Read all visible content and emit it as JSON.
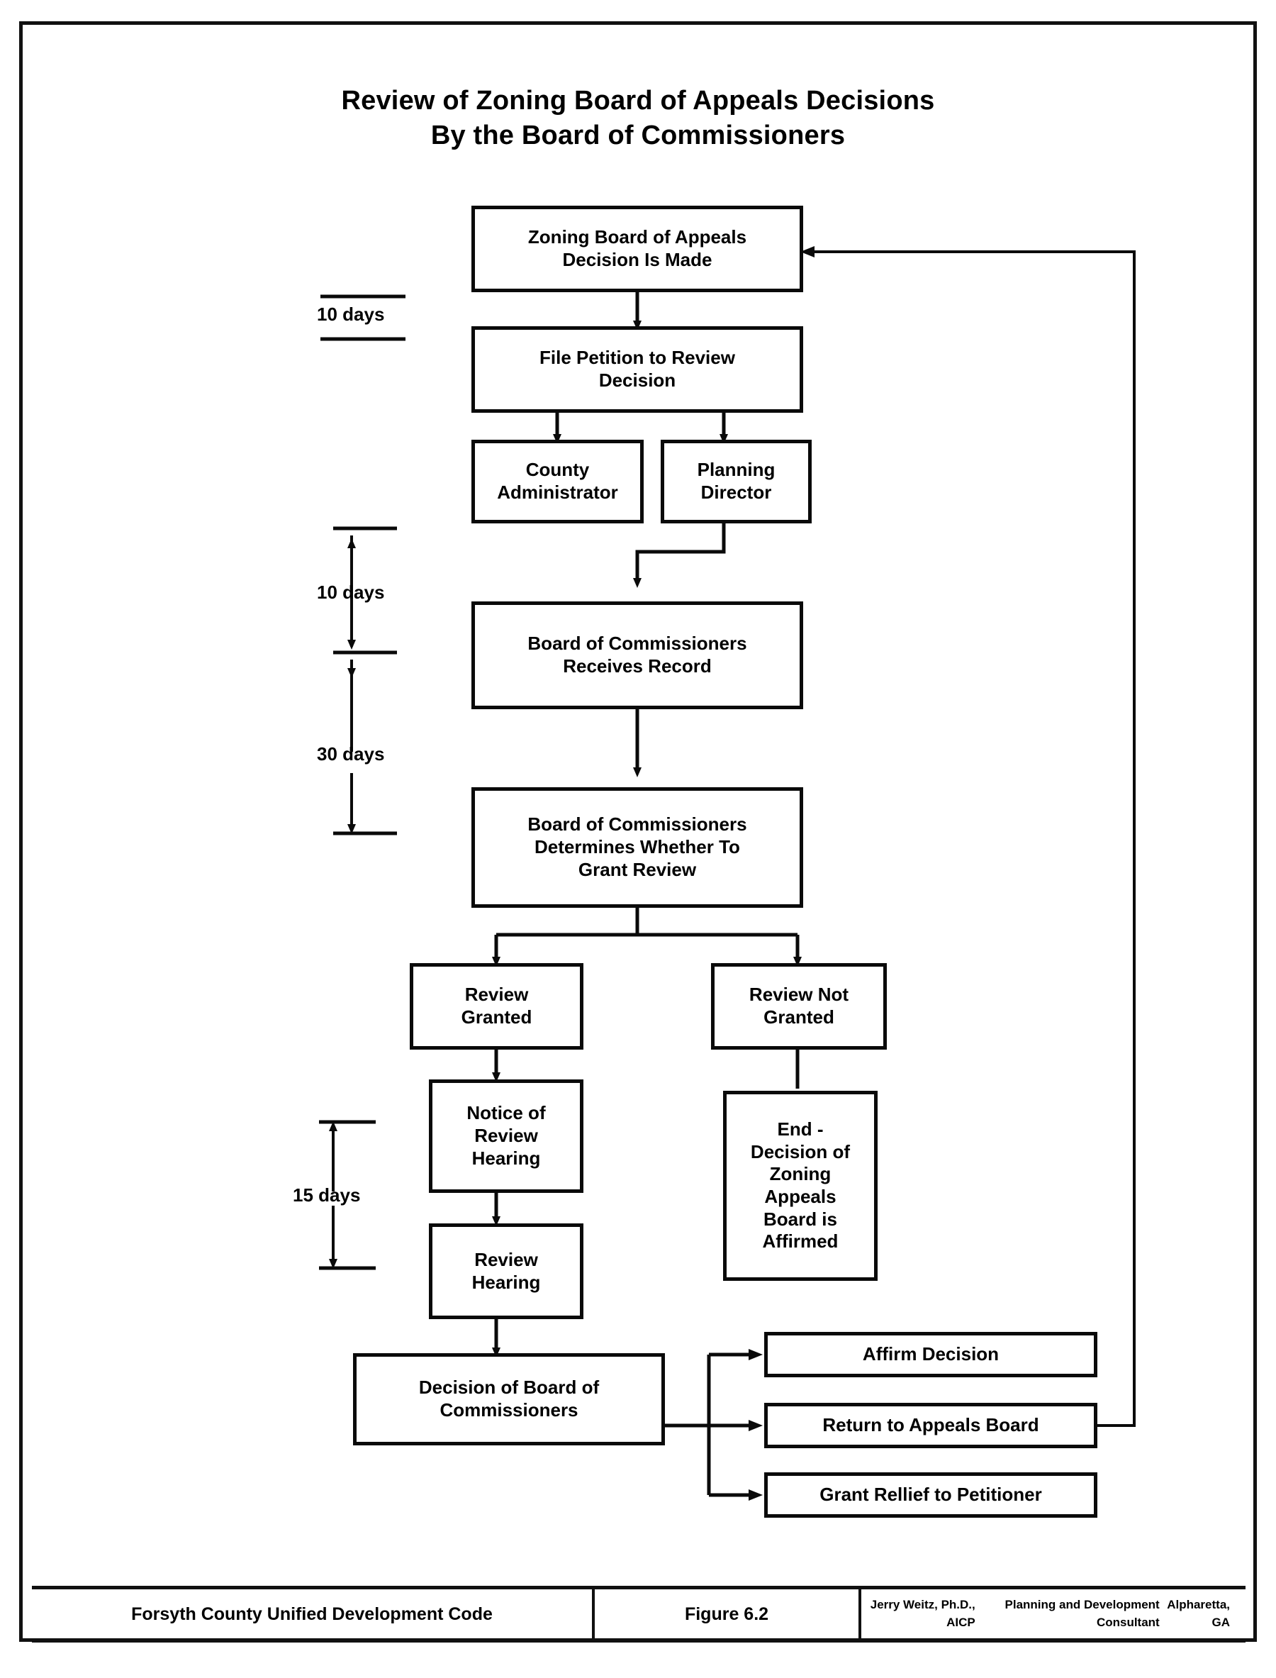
{
  "document": {
    "title_line1": "Review of Zoning Board of Appeals Decisions",
    "title_line2": "By the Board of Commissioners"
  },
  "chart_data": {
    "type": "diagram",
    "title": "Review of Zoning Board of Appeals Decisions By the Board of Commissioners",
    "nodes": [
      {
        "id": "zba_decision",
        "label": "Zoning Board of Appeals\nDecision Is Made"
      },
      {
        "id": "file_petition",
        "label": "File Petition to Review\nDecision"
      },
      {
        "id": "county_admin",
        "label": "County\nAdministrator"
      },
      {
        "id": "planning_director",
        "label": "Planning\nDirector"
      },
      {
        "id": "boc_record",
        "label": "Board of Commissioners\nReceives Record"
      },
      {
        "id": "boc_determines",
        "label": "Board of Commissioners\nDetermines Whether To\nGrant Review"
      },
      {
        "id": "review_granted",
        "label": "Review\nGranted"
      },
      {
        "id": "review_not_granted",
        "label": "Review Not\nGranted"
      },
      {
        "id": "notice_hearing",
        "label": "Notice of\nReview\nHearing"
      },
      {
        "id": "end_affirmed",
        "label": "End -\nDecision of\nZoning\nAppeals\nBoard is\nAffirmed"
      },
      {
        "id": "review_hearing",
        "label": "Review\nHearing"
      },
      {
        "id": "boc_decision",
        "label": "Decision of Board of\nCommissioners"
      },
      {
        "id": "affirm_decision",
        "label": "Affirm Decision"
      },
      {
        "id": "return_appeals",
        "label": "Return to Appeals Board"
      },
      {
        "id": "grant_relief",
        "label": "Grant Rellief to Petitioner"
      }
    ],
    "edges": [
      {
        "from": "zba_decision",
        "to": "file_petition"
      },
      {
        "from": "file_petition",
        "to": "county_admin"
      },
      {
        "from": "file_petition",
        "to": "planning_director"
      },
      {
        "from": "planning_director",
        "to": "boc_record"
      },
      {
        "from": "boc_record",
        "to": "boc_determines"
      },
      {
        "from": "boc_determines",
        "to": "review_granted"
      },
      {
        "from": "boc_determines",
        "to": "review_not_granted"
      },
      {
        "from": "review_granted",
        "to": "notice_hearing"
      },
      {
        "from": "review_not_granted",
        "to": "end_affirmed",
        "arrow": false
      },
      {
        "from": "notice_hearing",
        "to": "review_hearing"
      },
      {
        "from": "review_hearing",
        "to": "boc_decision"
      },
      {
        "from": "boc_decision",
        "to": "affirm_decision"
      },
      {
        "from": "boc_decision",
        "to": "return_appeals"
      },
      {
        "from": "boc_decision",
        "to": "grant_relief"
      },
      {
        "from": "return_appeals",
        "to": "zba_decision",
        "note": "loop back"
      }
    ],
    "timing_annotations": [
      {
        "id": "t1",
        "label": "10 days",
        "between": [
          "zba_decision",
          "file_petition"
        ]
      },
      {
        "id": "t2",
        "label": "10 days",
        "between": [
          "county_admin",
          "boc_record"
        ]
      },
      {
        "id": "t3",
        "label": "30 days",
        "between": [
          "boc_record",
          "boc_determines"
        ]
      },
      {
        "id": "t4",
        "label": "15 days",
        "between": [
          "notice_hearing",
          "review_hearing"
        ]
      }
    ]
  },
  "boxes": {
    "zba_decision": "Zoning Board of Appeals Decision Is Made",
    "zba_decision_l1": "Zoning Board of Appeals",
    "zba_decision_l2": "Decision Is Made",
    "file_petition_l1": "File Petition to Review",
    "file_petition_l2": "Decision",
    "county_admin_l1": "County",
    "county_admin_l2": "Administrator",
    "planning_director_l1": "Planning",
    "planning_director_l2": "Director",
    "boc_record_l1": "Board of Commissioners",
    "boc_record_l2": "Receives Record",
    "boc_determines_l1": "Board of Commissioners",
    "boc_determines_l2": "Determines Whether To",
    "boc_determines_l3": "Grant Review",
    "review_granted_l1": "Review",
    "review_granted_l2": "Granted",
    "review_not_granted_l1": "Review Not",
    "review_not_granted_l2": "Granted",
    "notice_hearing_l1": "Notice of",
    "notice_hearing_l2": "Review",
    "notice_hearing_l3": "Hearing",
    "end_affirmed_l1": "End -",
    "end_affirmed_l2": "Decision of",
    "end_affirmed_l3": "Zoning",
    "end_affirmed_l4": "Appeals",
    "end_affirmed_l5": "Board is",
    "end_affirmed_l6": "Affirmed",
    "review_hearing_l1": "Review",
    "review_hearing_l2": "Hearing",
    "boc_decision_l1": "Decision of Board of",
    "boc_decision_l2": "Commissioners",
    "affirm_decision": "Affirm Decision",
    "return_appeals": "Return to Appeals Board",
    "grant_relief": "Grant Rellief to Petitioner"
  },
  "timings": {
    "t1": "10 days",
    "t2": "10 days",
    "t3": "30 days",
    "t4": "15 days"
  },
  "footer": {
    "left": "Forsyth County Unified Development Code",
    "center": "Figure 6.2",
    "right_line1": "Jerry Weitz, Ph.D., AICP",
    "right_line2": "Planning and Development Consultant",
    "right_line3": "Alpharetta, GA"
  },
  "colors": {
    "ink": "#0a0a0a",
    "paper": "#ffffff"
  }
}
